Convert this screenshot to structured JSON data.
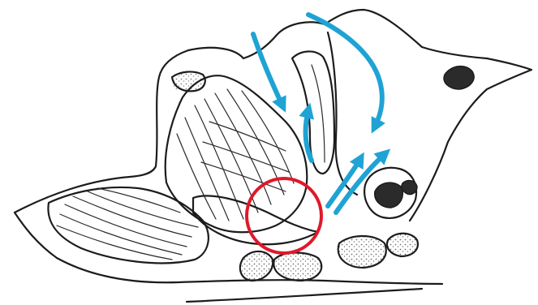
{
  "colors": {
    "background": "#ffffff",
    "ink": "#1c1c1c",
    "flow_arrow": "#1fa3d4",
    "highlight_circle": "#e0182a"
  },
  "figure": {
    "type": "anatomical line drawing",
    "arrow_count": 5,
    "highlight_count": 1
  }
}
